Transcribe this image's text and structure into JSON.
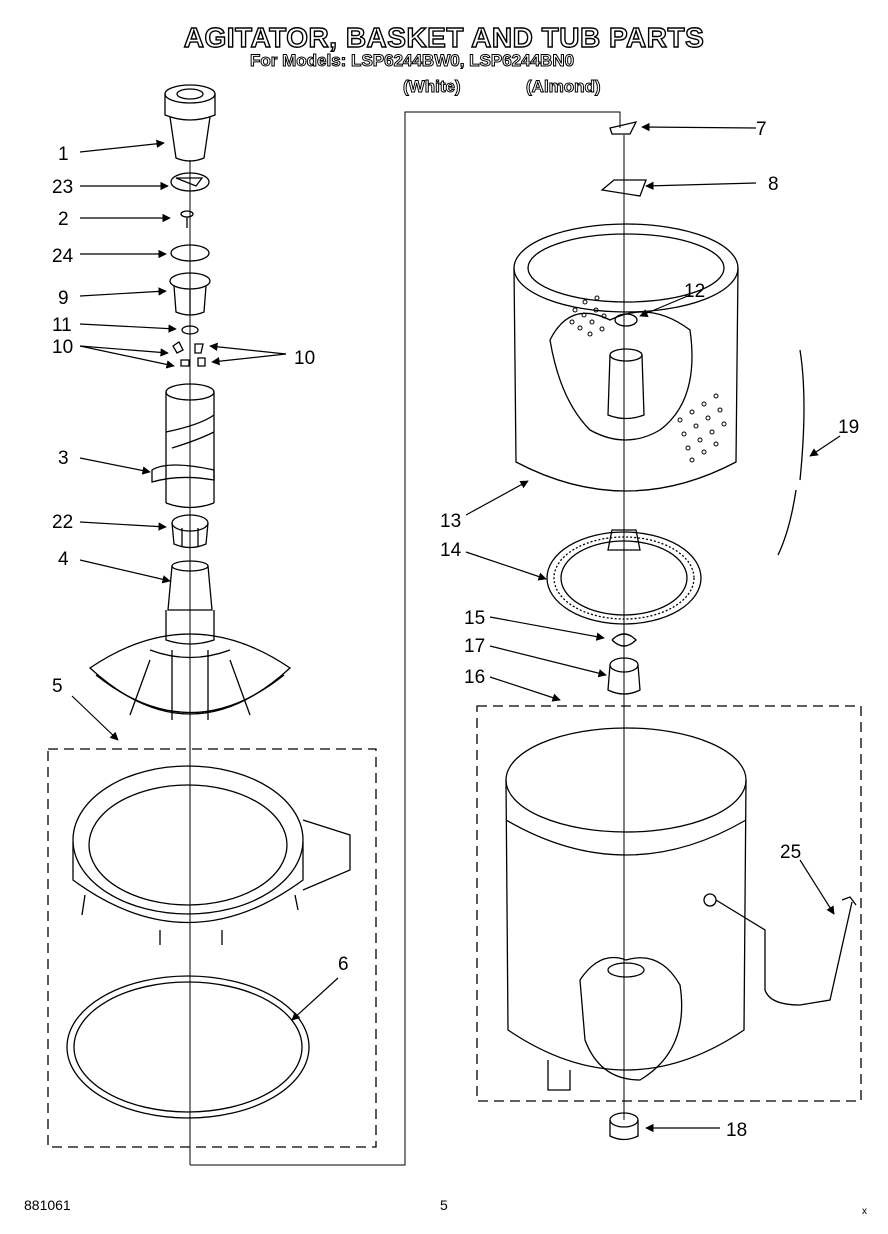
{
  "header": {
    "title": "AGITATOR, BASKET AND TUB PARTS",
    "models": "For Models: LSP6244BW0, LSP6244BN0",
    "variant_white": "(White)",
    "variant_almond": "(Almond)"
  },
  "callouts": {
    "c1": "1",
    "c23": "23",
    "c2": "2",
    "c24": "24",
    "c9": "9",
    "c11": "11",
    "c10a": "10",
    "c10b": "10",
    "c3": "3",
    "c22": "22",
    "c4": "4",
    "c5": "5",
    "c6": "6",
    "c7": "7",
    "c8": "8",
    "c12": "12",
    "c13": "13",
    "c14": "14",
    "c15": "15",
    "c17": "17",
    "c16": "16",
    "c19": "19",
    "c25": "25",
    "c18": "18"
  },
  "footer": {
    "code": "881061",
    "page": "5",
    "mark": "x"
  }
}
